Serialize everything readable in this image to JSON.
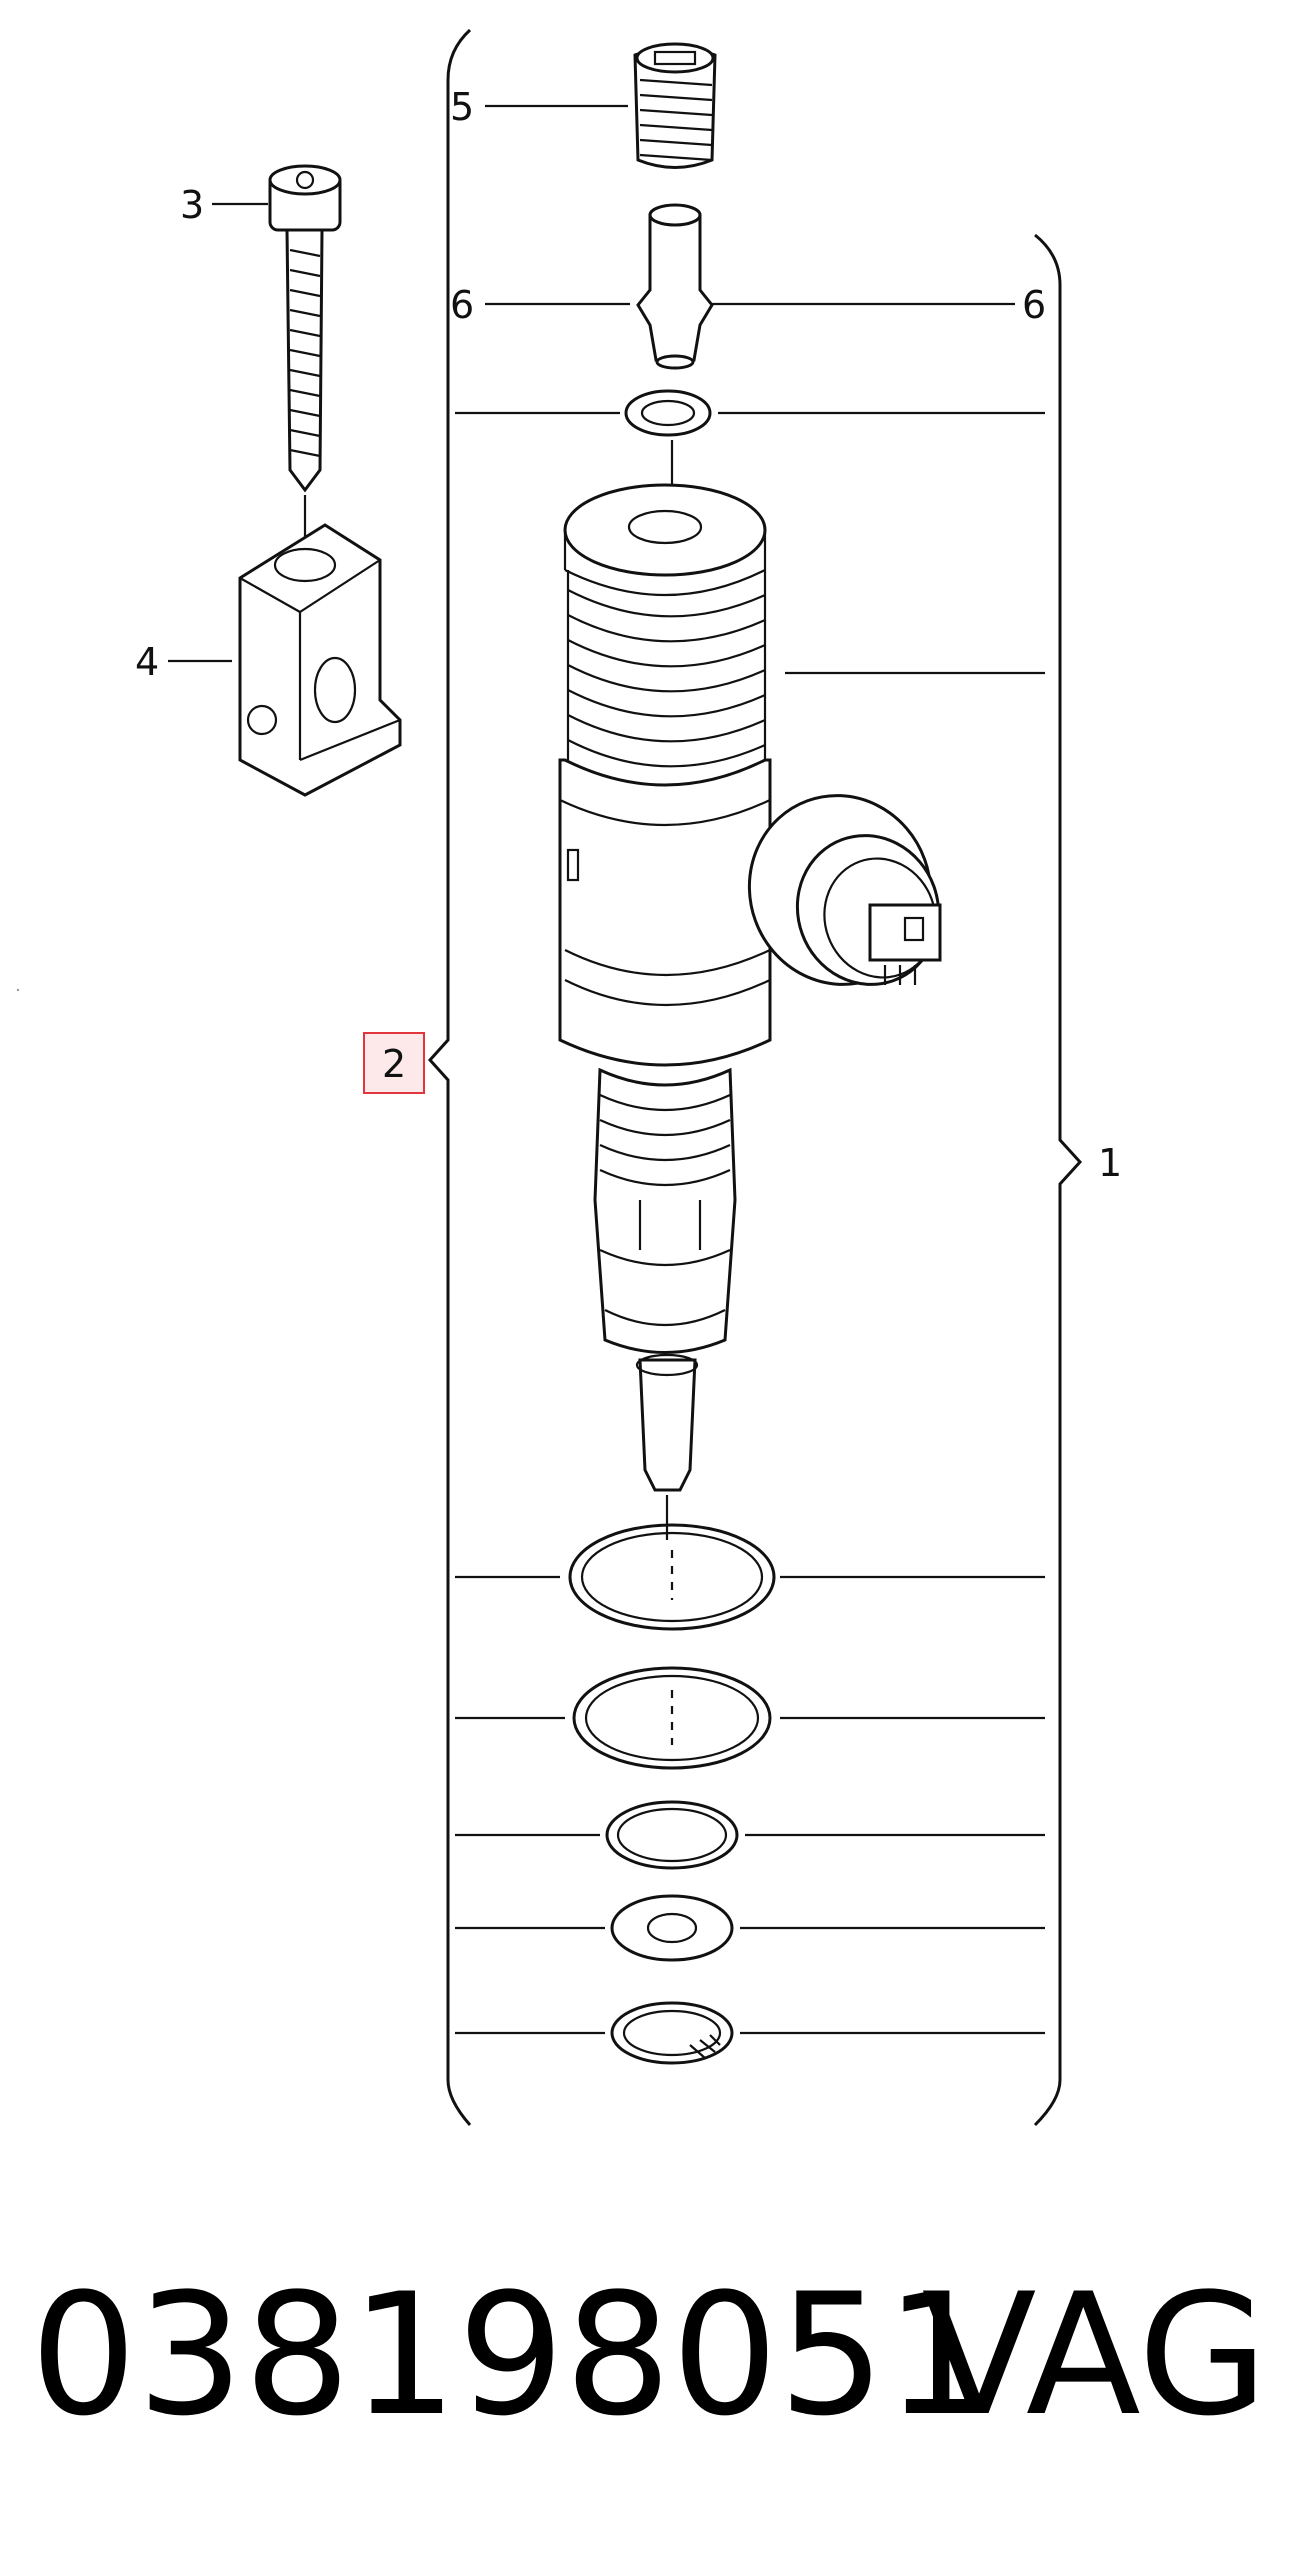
{
  "callouts": {
    "c1": "1",
    "c2": "2",
    "c3": "3",
    "c4": "4",
    "c5": "5",
    "c6_left": "6",
    "c6_right": "6"
  },
  "caption": {
    "part_number": "038198051",
    "brand": "VAG"
  },
  "colors": {
    "line": "#111111",
    "highlight_fill": "#fde8ea",
    "highlight_border": "#e2363f"
  }
}
